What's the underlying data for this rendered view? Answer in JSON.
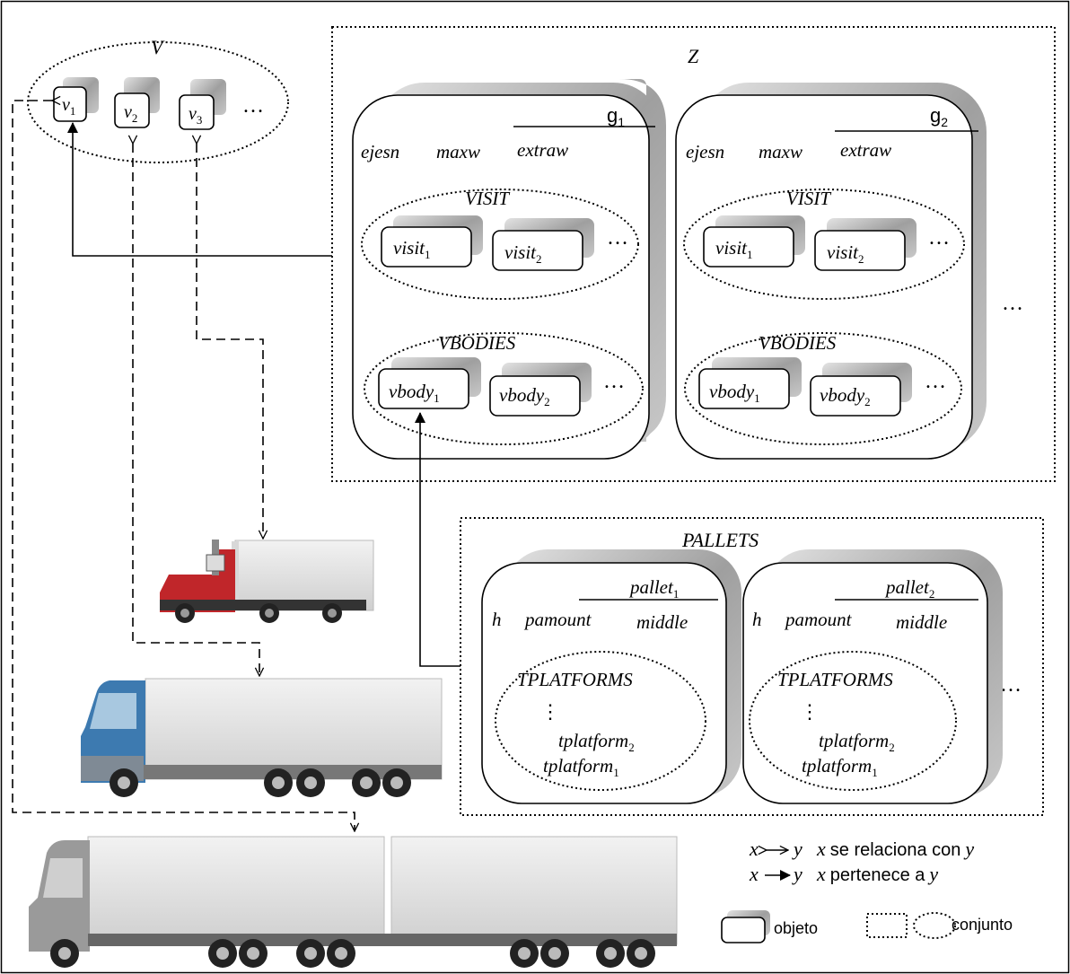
{
  "sets": {
    "vehicles": {
      "label": "V",
      "items": [
        {
          "base": "v",
          "sub": "1"
        },
        {
          "base": "v",
          "sub": "2"
        },
        {
          "base": "v",
          "sub": "3"
        }
      ],
      "more": "…"
    },
    "zones": {
      "label": "Z",
      "more": "…",
      "items": [
        {
          "name_base": "g",
          "name_sub": "1",
          "attrs": [
            "ejesn",
            "maxw",
            "extraw"
          ],
          "visit_label": "VISIT",
          "visits": [
            {
              "base": "visit",
              "sub": "1"
            },
            {
              "base": "visit",
              "sub": "2"
            }
          ],
          "vbodies_label": "VBODIES",
          "vbodies": [
            {
              "base": "vbody",
              "sub": "1"
            },
            {
              "base": "vbody",
              "sub": "2"
            }
          ],
          "more": "…"
        },
        {
          "name_base": "g",
          "name_sub": "2",
          "attrs": [
            "ejesn",
            "maxw",
            "extraw"
          ],
          "visit_label": "VISIT",
          "visits": [
            {
              "base": "visit",
              "sub": "1"
            },
            {
              "base": "visit",
              "sub": "2"
            }
          ],
          "vbodies_label": "VBODIES",
          "vbodies": [
            {
              "base": "vbody",
              "sub": "1"
            },
            {
              "base": "vbody",
              "sub": "2"
            }
          ],
          "more": "…"
        }
      ]
    },
    "pallets": {
      "label": "PALLETS",
      "more": "…",
      "items": [
        {
          "name_base": "pallet",
          "name_sub": "1",
          "attrs": [
            "h",
            "pamount",
            "middle"
          ],
          "tplatforms_label": "TPLATFORMS",
          "vdots": "⋮",
          "tplatforms": [
            {
              "base": "tplatform",
              "sub": "2"
            },
            {
              "base": "tplatform",
              "sub": "1"
            }
          ]
        },
        {
          "name_base": "pallet",
          "name_sub": "2",
          "attrs": [
            "h",
            "pamount",
            "middle"
          ],
          "tplatforms_label": "TPLATFORMS",
          "vdots": "⋮",
          "tplatforms": [
            {
              "base": "tplatform",
              "sub": "2"
            },
            {
              "base": "tplatform",
              "sub": "1"
            }
          ]
        }
      ]
    }
  },
  "legend": {
    "relates": {
      "x": "x",
      "y": "y",
      "text_rest": "se relaciona con",
      "text_y": "y"
    },
    "belongs": {
      "x": "x",
      "y": "y",
      "text_rest": "pertenece a",
      "text_y": "y"
    },
    "object_label": "objeto",
    "set_label": "conjunto"
  },
  "colors": {
    "truck_red": "#c0262a",
    "truck_blue": "#3d7ab0",
    "truck_gray": "#9a9a9a",
    "box_shadow": "#a8a8a8"
  }
}
